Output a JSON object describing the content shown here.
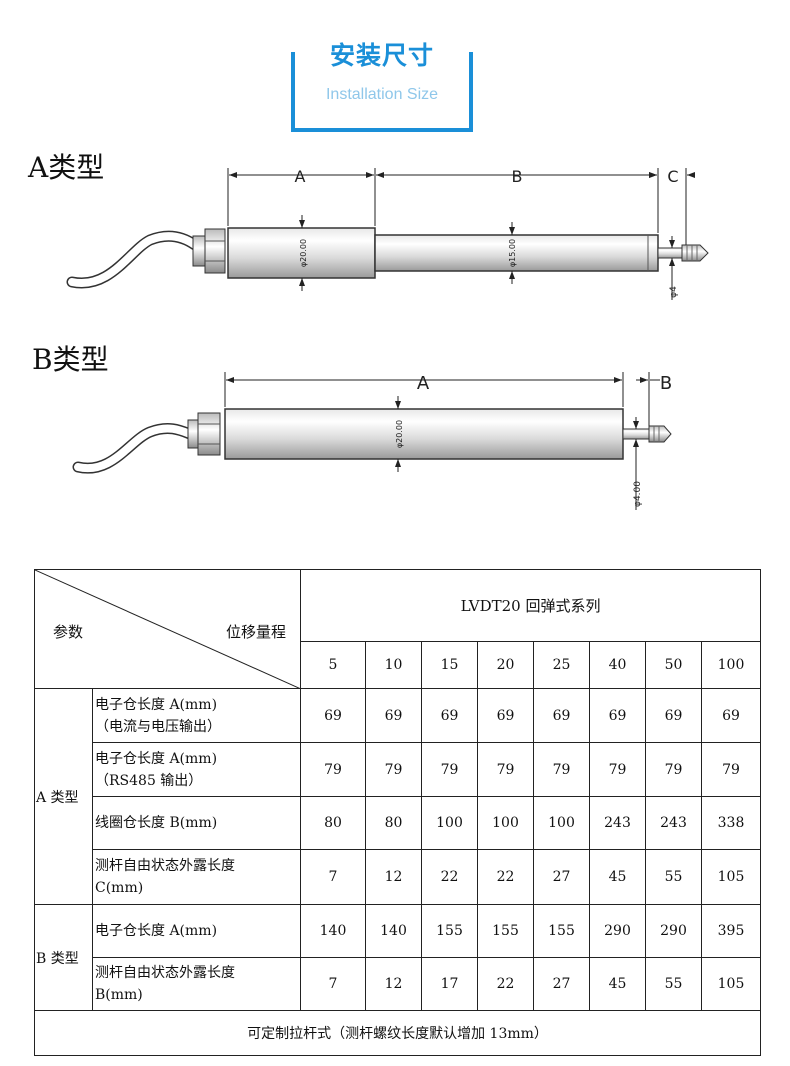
{
  "header": {
    "title": "安装尺寸",
    "subtitle": "Installation Size"
  },
  "diagram_a": {
    "label": "A类型",
    "dim_a": "A",
    "dim_b": "B",
    "dim_c": "C",
    "dia_housing": "φ20.00",
    "dia_tube": "φ15.00",
    "dia_rod": "φ4"
  },
  "diagram_b": {
    "label": "B类型",
    "dim_a": "A",
    "dim_b": "B",
    "dia_housing": "φ20.00",
    "dia_rod": "φ4.00"
  },
  "table": {
    "corner_left": "参数",
    "corner_right": "位移量程",
    "series": "LVDT20 回弹式系列",
    "ranges": [
      "5",
      "10",
      "15",
      "20",
      "25",
      "40",
      "50",
      "100"
    ],
    "groups": [
      {
        "type": "A 类型",
        "rows": [
          {
            "desc1": "电子仓长度 A(mm)",
            "desc2": "（电流与电压输出）",
            "values": [
              "69",
              "69",
              "69",
              "69",
              "69",
              "69",
              "69",
              "69"
            ]
          },
          {
            "desc1": "电子仓长度 A(mm)",
            "desc2": "（RS485 输出）",
            "values": [
              "79",
              "79",
              "79",
              "79",
              "79",
              "79",
              "79",
              "79"
            ]
          },
          {
            "desc1": "线圈仓长度 B(mm)",
            "desc2": "",
            "values": [
              "80",
              "80",
              "100",
              "100",
              "100",
              "243",
              "243",
              "338"
            ]
          },
          {
            "desc1": "测杆自由状态外露长度",
            "desc2": "C(mm)",
            "values": [
              "7",
              "12",
              "22",
              "22",
              "27",
              "45",
              "55",
              "105"
            ]
          }
        ]
      },
      {
        "type": "B 类型",
        "rows": [
          {
            "desc1": "电子仓长度 A(mm)",
            "desc2": "",
            "values": [
              "140",
              "140",
              "155",
              "155",
              "155",
              "290",
              "290",
              "395"
            ]
          },
          {
            "desc1": "测杆自由状态外露长度",
            "desc2": "B(mm)",
            "values": [
              "7",
              "12",
              "17",
              "22",
              "27",
              "45",
              "55",
              "105"
            ]
          }
        ]
      }
    ],
    "footer": "可定制拉杆式（测杆螺纹长度默认增加 13mm）"
  }
}
